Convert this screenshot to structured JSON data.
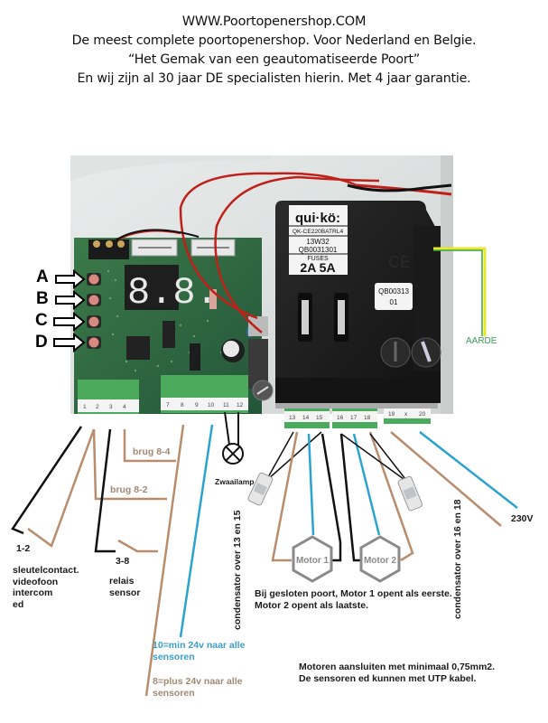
{
  "header": {
    "line1": "WWW.Poortopenershop.COM",
    "line2": "De meest complete poortopenershop.   Voor Nederland en Belgie.",
    "line3": "“Het Gemak van een geautomatiseerde Poort”",
    "line4": "En wij zijn al 30 jaar DE specialisten hierin.  Met 4 jaar garantie."
  },
  "board": {
    "button_labels": [
      "A",
      "B",
      "C",
      "D"
    ],
    "display": "8.8.",
    "fuse_label": {
      "brand": "qui·kö:",
      "model": "QK-CE220BATRL4",
      "code1": "13W32",
      "code2": "QB0031301",
      "fuses_title": "FUSES",
      "fuses_values": "2A  5A"
    },
    "serial_label": [
      "QB00313",
      "01"
    ],
    "terminals_left": [
      "1",
      "2",
      "3",
      "4"
    ],
    "terminals_mid": [
      "7",
      "8",
      "9",
      "10",
      "11",
      "12"
    ],
    "terminals_r1": [
      "13",
      "14",
      "15"
    ],
    "terminals_r2": [
      "16",
      "17",
      "18"
    ],
    "terminals_r3": [
      "19",
      "x",
      "20"
    ]
  },
  "labels": {
    "aarde": "AARDE",
    "brug_8_4": "brug 8-4",
    "brug_8_2": "brug 8-2",
    "zwaailamp": "Zwaailamp",
    "contact_1_2": "1-2",
    "contact_1_2_desc": [
      "sleutelcontact.",
      "videofoon",
      "intercom",
      "ed"
    ],
    "contact_3_8": "3-8",
    "contact_3_8_desc": [
      "relais",
      "sensor"
    ],
    "cond_13_15": "condensator over 13 en 15",
    "cond_16_18": "condensator over 16 en 18",
    "motor1": "Motor 1",
    "motor2": "Motor 2",
    "v230": "230V",
    "motor_note": [
      "Bij gesloten poort, Motor 1 opent als eerste.",
      "Motor 2 opent als laatste."
    ],
    "min24": [
      "10=min 24v naar alle",
      "sensoren"
    ],
    "plus24": [
      "8=plus 24v naar alle",
      "sensoren"
    ],
    "cable_note": [
      "Motoren aansluiten met minimaal 0,75mm2.",
      "De sensoren ed kunnen met UTP kabel."
    ]
  },
  "colors": {
    "brown_wire": "#b98d6c",
    "blue_wire": "#2aa3cf",
    "black_wire": "#111111",
    "earth_green": "#3aa53a",
    "earth_yellow": "#e8e82a",
    "aarde_text": "#3a9a55",
    "min24_text": "#3aa0c8",
    "plus24_text": "#a08a72",
    "brug_text": "#a08a72",
    "pcb_green": "#2f6b3d",
    "motor_hex": "#8a8a8a"
  }
}
